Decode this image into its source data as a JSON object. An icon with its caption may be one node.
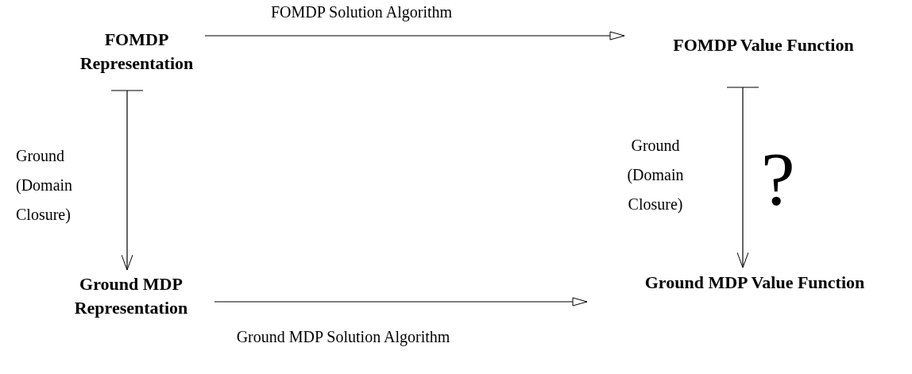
{
  "diagram": {
    "nodes": [
      {
        "text": [
          "FOMDP Representation"
        ]
      },
      {
        "text": [
          "FOMDP Value Function"
        ]
      },
      {
        "text": [
          "Ground MDP Representation"
        ]
      },
      {
        "text": [
          "Ground MDP Value Function"
        ]
      }
    ],
    "edges": [
      {
        "from": 0,
        "to": 1,
        "arrow": "to",
        "label": "FOMDP Solution Algorithm"
      },
      {
        "from": 0,
        "to": 2,
        "arrow": "to",
        "label": "Ground (Domain Closure)"
      },
      {
        "from": 1,
        "to": 3,
        "arrow": "to",
        "label": "Ground (Domain Closure)"
      },
      {
        "from": 2,
        "to": 3,
        "arrow": "to",
        "label": "Ground MDP Solution Algorithm"
      }
    ],
    "labels": [
      "?"
    ]
  }
}
